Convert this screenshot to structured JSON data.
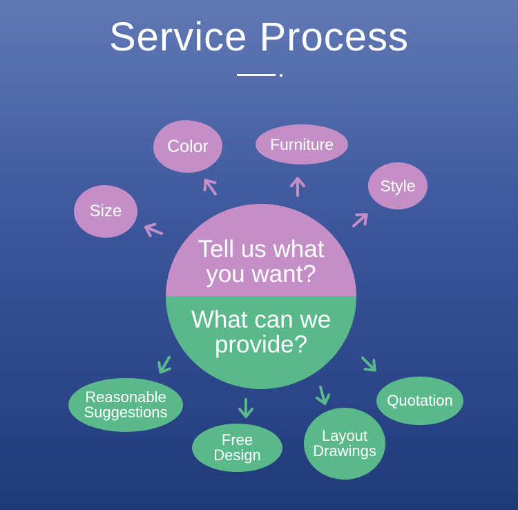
{
  "title": "Service Process",
  "center": {
    "top_line1": "Tell us what",
    "top_line2": "you want?",
    "bottom_line1": "What can we",
    "bottom_line2": "provide?"
  },
  "wants": [
    "Color",
    "Furniture",
    "Style",
    "Size"
  ],
  "provides": {
    "reasonable_line1": "Reasonable",
    "reasonable_line2": "Suggestions",
    "free_line1": "Free",
    "free_line2": "Design",
    "layout_line1": "Layout",
    "layout_line2": "Drawings",
    "quotation": "Quotation"
  },
  "colors": {
    "pink": "#c38fc6",
    "green": "#5ab98a",
    "background_top": "#6079b4",
    "background_bottom": "#1f3a78"
  }
}
